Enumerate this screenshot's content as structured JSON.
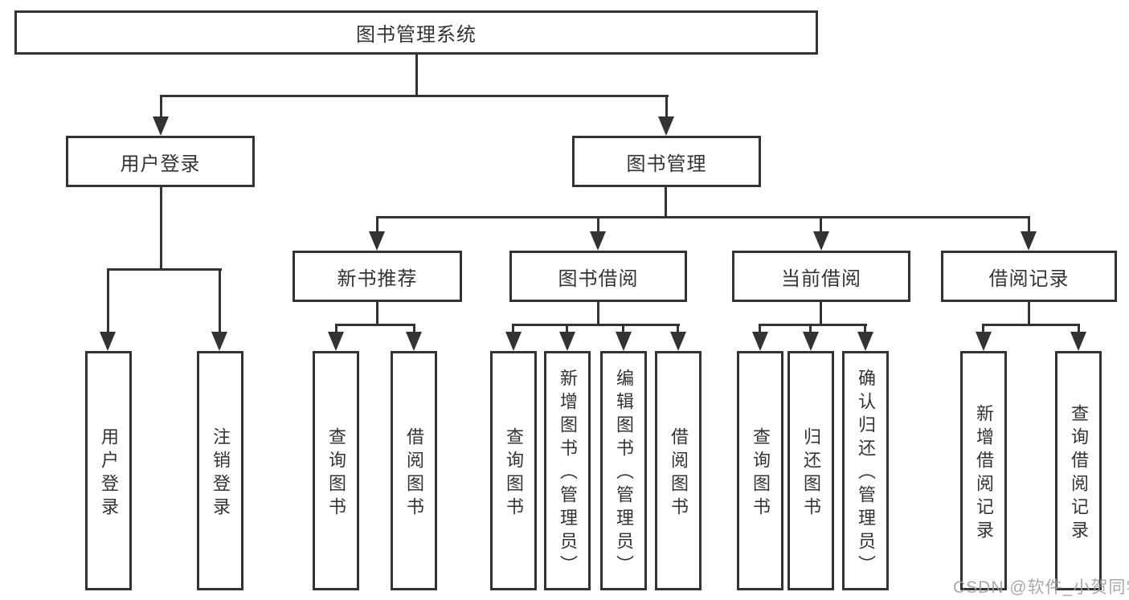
{
  "tree": {
    "label": "图书管理系统",
    "children": [
      {
        "label": "用户登录",
        "children": [
          {
            "label": "用户登录"
          },
          {
            "label": "注销登录"
          }
        ]
      },
      {
        "label": "图书管理",
        "children": [
          {
            "label": "新书推荐",
            "children": [
              {
                "label": "查询图书"
              },
              {
                "label": "借阅图书"
              }
            ]
          },
          {
            "label": "图书借阅",
            "children": [
              {
                "label": "查询图书"
              },
              {
                "label": "新增图书（管理员）"
              },
              {
                "label": "编辑图书（管理员）"
              },
              {
                "label": "借阅图书"
              }
            ]
          },
          {
            "label": "当前借阅",
            "children": [
              {
                "label": "查询图书"
              },
              {
                "label": "归还图书"
              },
              {
                "label": "确认归还（管理员）"
              }
            ]
          },
          {
            "label": "借阅记录",
            "children": [
              {
                "label": "新增借阅记录"
              },
              {
                "label": "查询借阅记录"
              }
            ]
          }
        ]
      }
    ]
  },
  "watermark": "CSDN @软件_小贺同学",
  "colors": {
    "line": "#333333",
    "text": "#333333",
    "background": "#ffffff",
    "watermark": "#a0a0a0"
  }
}
